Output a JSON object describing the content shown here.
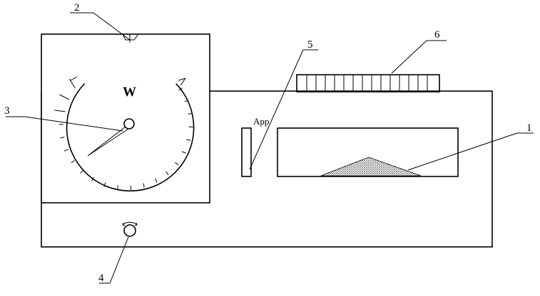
{
  "diagram": {
    "dial_letter": "W",
    "window_label": "App",
    "callouts": [
      "1",
      "2",
      "3",
      "4",
      "5",
      "6"
    ]
  },
  "colors": {
    "line": "#000000",
    "background": "#ffffff",
    "hatch": "#000000"
  }
}
